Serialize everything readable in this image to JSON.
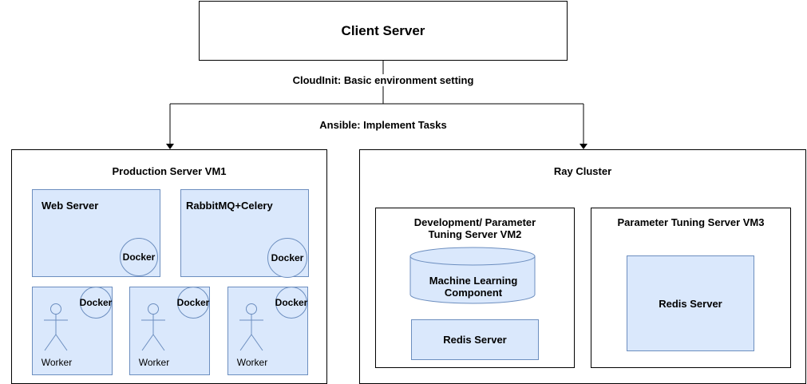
{
  "client_server": {
    "title": "Client Server"
  },
  "connectors": {
    "cloudinit_label": "CloudInit: Basic environment setting",
    "ansible_label": "Ansible: Implement Tasks"
  },
  "production_vm": {
    "title": "Production Server VM1",
    "web_server": {
      "label": "Web Server",
      "docker": "Docker"
    },
    "rabbitmq": {
      "label": "RabbitMQ+Celery",
      "docker": "Docker"
    },
    "workers": [
      {
        "label": "Worker",
        "docker": "Docker"
      },
      {
        "label": "Worker",
        "docker": "Docker"
      },
      {
        "label": "Worker",
        "docker": "Docker"
      }
    ]
  },
  "ray_cluster": {
    "title": "Ray Cluster",
    "dev_vm": {
      "title": "Development/ Parameter Tuning Server VM2",
      "ml_component": "Machine Learning Component",
      "redis": "Redis Server"
    },
    "tuning_vm": {
      "title": "Parameter Tuning Server VM3",
      "redis": "Redis Server"
    }
  },
  "colors": {
    "fill": "#dae8fc",
    "stroke": "#6c8ebf",
    "line": "#000000"
  }
}
